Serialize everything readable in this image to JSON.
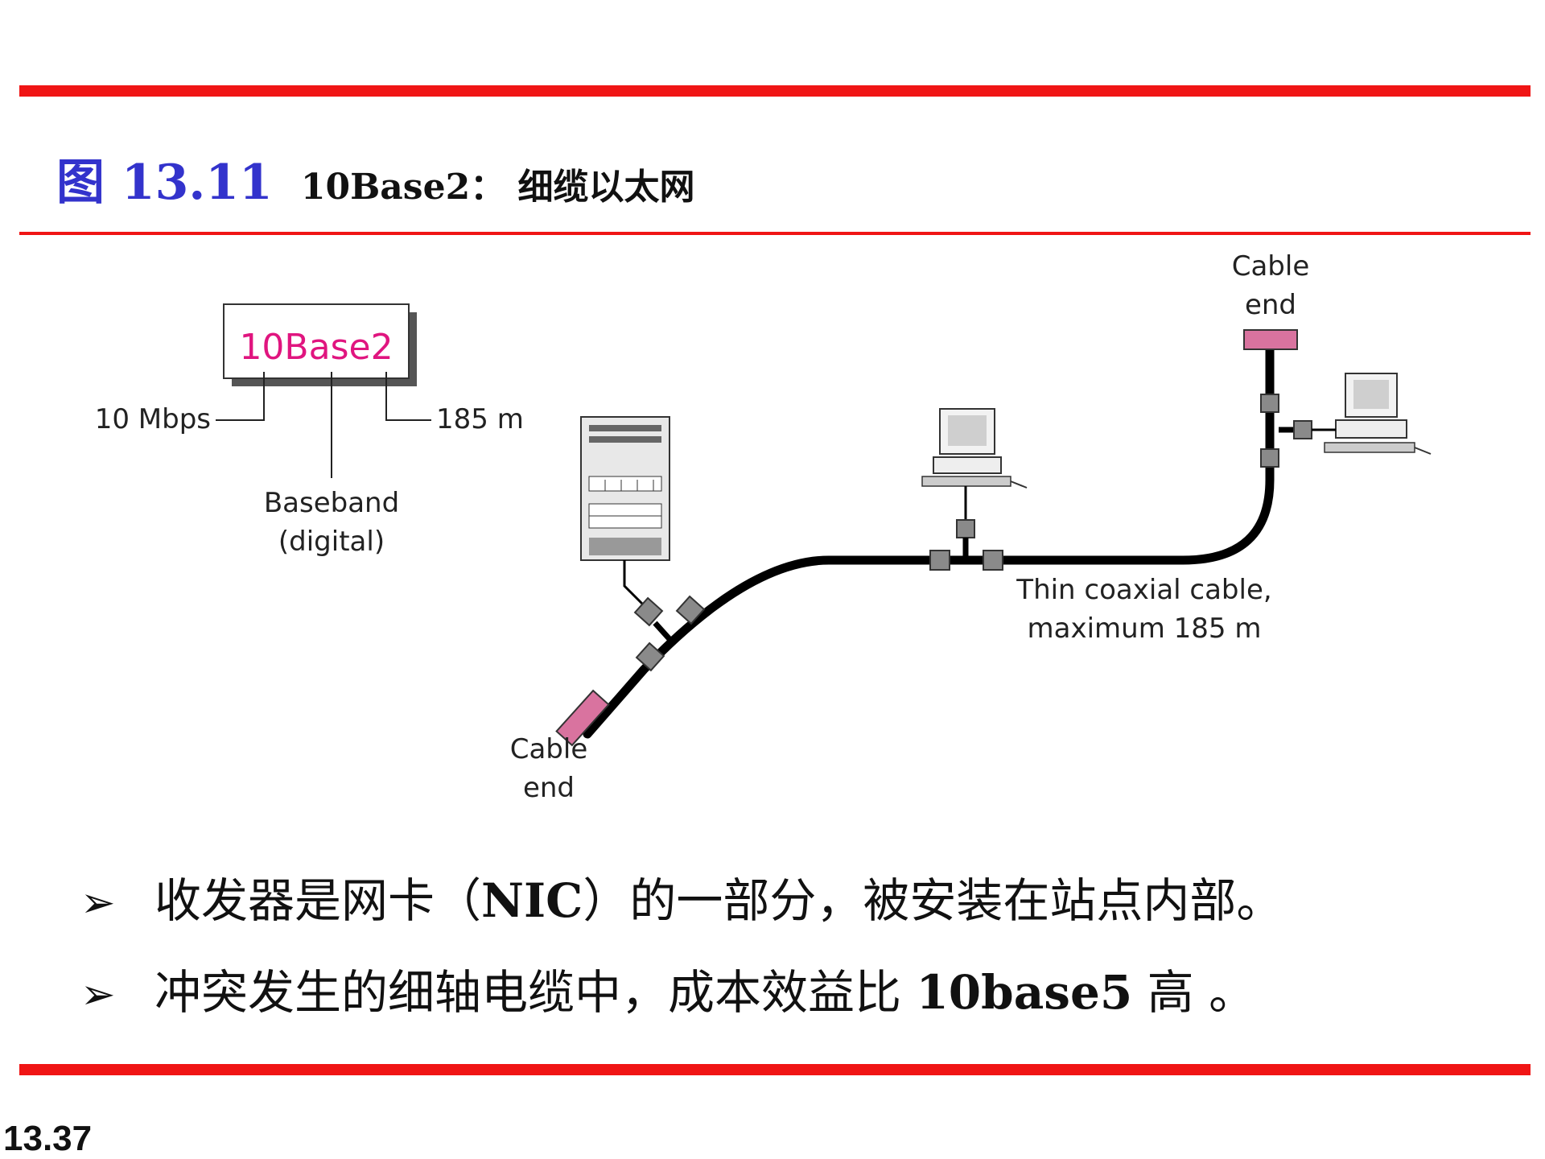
{
  "title": {
    "figure_label": "图 13.11",
    "caption": "10Base2： 细缆以太网"
  },
  "diagram": {
    "standard_box_label": "10Base2",
    "speed_label": "10 Mbps",
    "segment_label": "185 m",
    "baseband_line1": "Baseband",
    "baseband_line2": "(digital)",
    "cable_end_top_line1": "Cable",
    "cable_end_top_line2": "end",
    "cable_end_bottom_line1": "Cable",
    "cable_end_bottom_line2": "end",
    "cable_label_line1": "Thin coaxial cable,",
    "cable_label_line2": "maximum 185 m",
    "colors": {
      "standard_text": "#e0157f",
      "terminator": "#d9739f",
      "connector": "#8a8a8a",
      "cable": "#000000"
    },
    "icons": [
      "server-icon",
      "computer-icon",
      "computer-icon",
      "t-connector-icon",
      "cable-terminator-icon"
    ]
  },
  "bullets": [
    {
      "arrow": "➢",
      "before": "收发器是网卡（",
      "bold": "NIC",
      "after": "）的一部分，被安装在站点内部。"
    },
    {
      "arrow": "➢",
      "before": "冲突发生的细轴电缆中，成本效益比 ",
      "bold": "10base5",
      "after": " 高 。"
    }
  ],
  "page_number": "13.37",
  "colors": {
    "rule": "#f01515",
    "figure_label": "#3333cc"
  }
}
